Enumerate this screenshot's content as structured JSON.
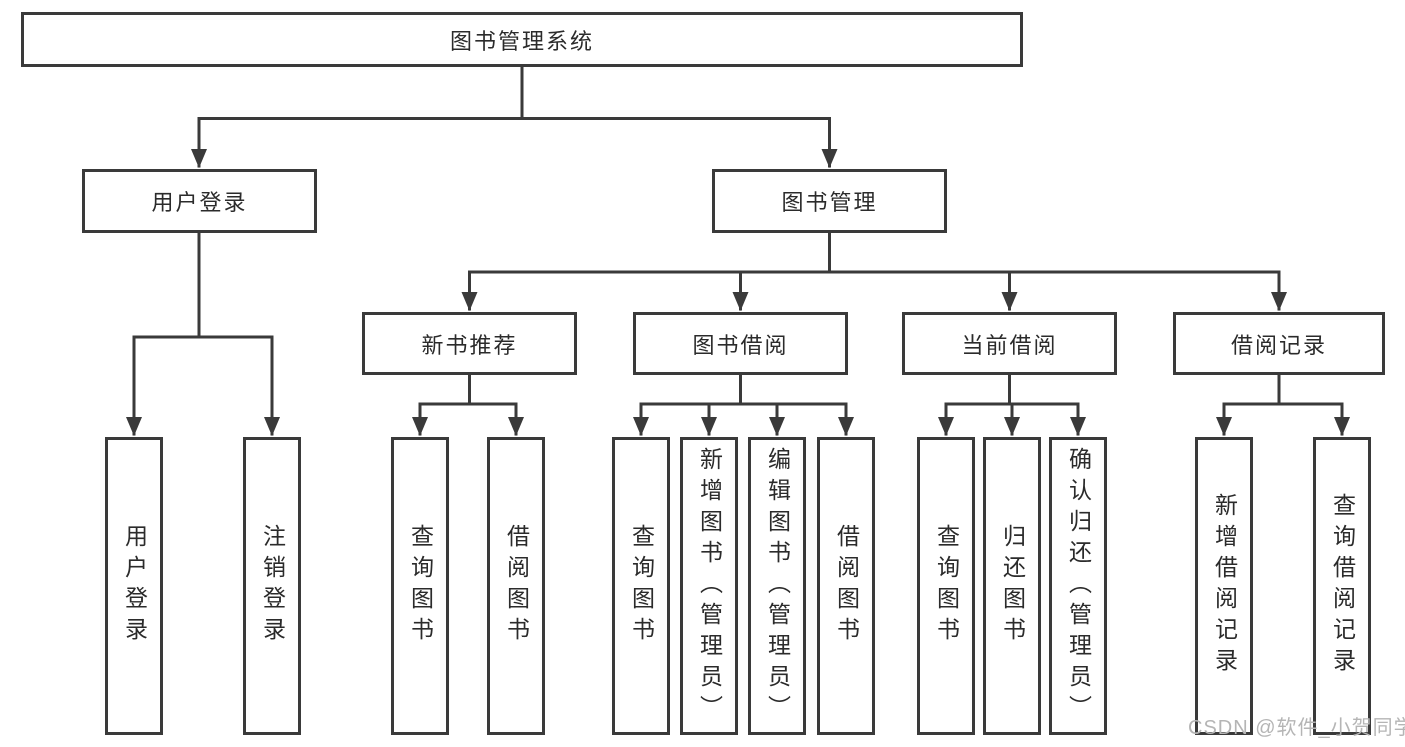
{
  "diagram": {
    "root": {
      "label": "图书管理系统"
    },
    "level2": [
      {
        "label": "用户登录"
      },
      {
        "label": "图书管理"
      }
    ],
    "level3": [
      {
        "label": "新书推荐"
      },
      {
        "label": "图书借阅"
      },
      {
        "label": "当前借阅"
      },
      {
        "label": "借阅记录"
      }
    ],
    "leaves": {
      "user": [
        "用户登录",
        "注销登录"
      ],
      "new": [
        "查询图书",
        "借阅图书"
      ],
      "borrow": [
        "查询图书",
        "新增图书（管理员）",
        "编辑图书（管理员）",
        "借阅图书"
      ],
      "current": [
        "查询图书",
        "归还图书",
        "确认归还（管理员）"
      ],
      "records": [
        "新增借阅记录",
        "查询借阅记录"
      ]
    }
  },
  "watermark": "CSDN @软件_小贺同学",
  "colors": {
    "line": "#3a3a3a",
    "text": "#2b2b2b",
    "watermark": "#b5b5b5",
    "background": "#ffffff"
  }
}
